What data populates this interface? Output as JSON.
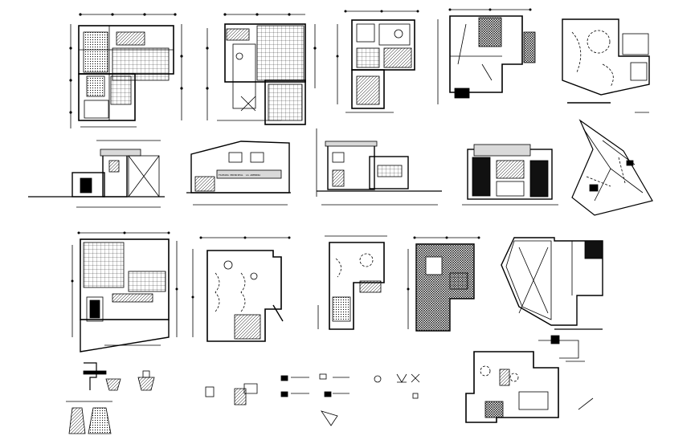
{
  "sheet": {
    "background": "#ffffff",
    "ink": "#000000",
    "fill_light": "#d9d9d9",
    "fill_dark": "#111111"
  },
  "labels": {
    "facade_sign_1": "FACHADA PRINCIPAL",
    "facade_sign_2": "LA ARMONIA"
  },
  "drawings": [
    {
      "id": "plan-1",
      "kind": "floor-plan"
    },
    {
      "id": "plan-2",
      "kind": "floor-plan"
    },
    {
      "id": "plan-3",
      "kind": "floor-plan"
    },
    {
      "id": "plan-4",
      "kind": "roof-plan"
    },
    {
      "id": "plan-5",
      "kind": "installation-plan"
    },
    {
      "id": "elev-1",
      "kind": "elevation"
    },
    {
      "id": "elev-2",
      "kind": "elevation"
    },
    {
      "id": "elev-3",
      "kind": "elevation"
    },
    {
      "id": "sect-1",
      "kind": "section"
    },
    {
      "id": "iso-1",
      "kind": "isometric"
    },
    {
      "id": "plan-6",
      "kind": "floor-plan"
    },
    {
      "id": "plan-7",
      "kind": "electrical-plan"
    },
    {
      "id": "plan-8",
      "kind": "electrical-plan"
    },
    {
      "id": "plan-9",
      "kind": "hatched-plan"
    },
    {
      "id": "plan-10",
      "kind": "roof-plan"
    },
    {
      "id": "details-1",
      "kind": "foundation-details"
    },
    {
      "id": "details-2",
      "kind": "symbols-legend"
    },
    {
      "id": "plan-11",
      "kind": "installation-plan"
    }
  ]
}
